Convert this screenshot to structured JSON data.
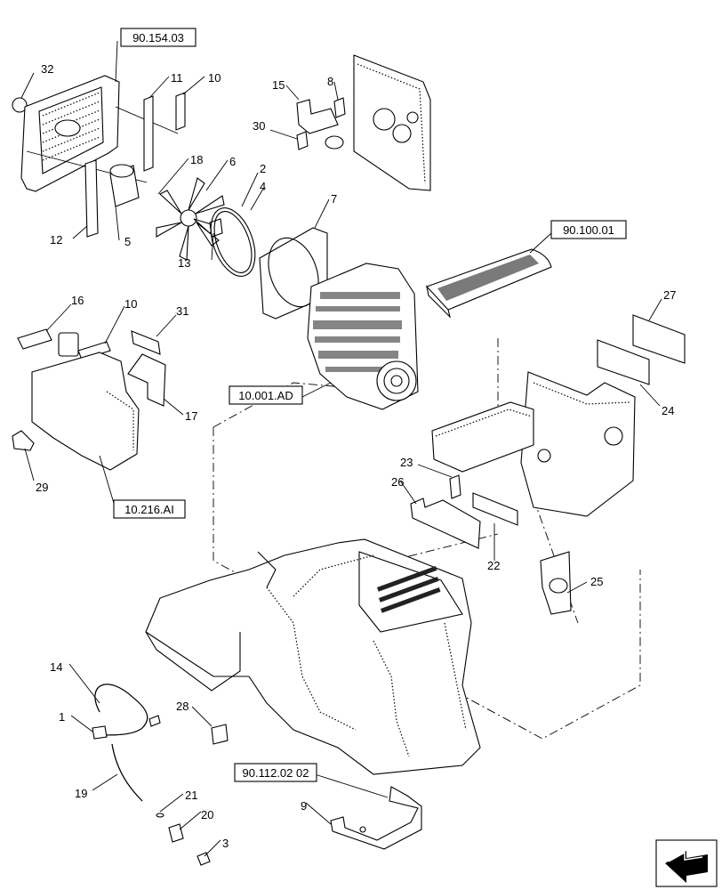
{
  "callouts": [
    {
      "id": "c1",
      "text": "1"
    },
    {
      "id": "c2",
      "text": "2"
    },
    {
      "id": "c3",
      "text": "3"
    },
    {
      "id": "c4",
      "text": "4"
    },
    {
      "id": "c5",
      "text": "5"
    },
    {
      "id": "c6",
      "text": "6"
    },
    {
      "id": "c7",
      "text": "7"
    },
    {
      "id": "c8",
      "text": "8"
    },
    {
      "id": "c9",
      "text": "9"
    },
    {
      "id": "c10a",
      "text": "10"
    },
    {
      "id": "c10b",
      "text": "10"
    },
    {
      "id": "c11",
      "text": "11"
    },
    {
      "id": "c12",
      "text": "12"
    },
    {
      "id": "c13",
      "text": "13"
    },
    {
      "id": "c14",
      "text": "14"
    },
    {
      "id": "c15",
      "text": "15"
    },
    {
      "id": "c16",
      "text": "16"
    },
    {
      "id": "c17",
      "text": "17"
    },
    {
      "id": "c18",
      "text": "18"
    },
    {
      "id": "c19",
      "text": "19"
    },
    {
      "id": "c20",
      "text": "20"
    },
    {
      "id": "c21",
      "text": "21"
    },
    {
      "id": "c22",
      "text": "22"
    },
    {
      "id": "c23",
      "text": "23"
    },
    {
      "id": "c24",
      "text": "24"
    },
    {
      "id": "c25",
      "text": "25"
    },
    {
      "id": "c26",
      "text": "26"
    },
    {
      "id": "c27",
      "text": "27"
    },
    {
      "id": "c28",
      "text": "28"
    },
    {
      "id": "c29",
      "text": "29"
    },
    {
      "id": "c30",
      "text": "30"
    },
    {
      "id": "c31",
      "text": "31"
    },
    {
      "id": "c32",
      "text": "32"
    }
  ],
  "references": [
    {
      "id": "r1",
      "text": "90.154.03"
    },
    {
      "id": "r2",
      "text": "90.100.01"
    },
    {
      "id": "r3",
      "text": "10.001.AD"
    },
    {
      "id": "r4",
      "text": "10.216.AI"
    },
    {
      "id": "r5",
      "text": "90.112.02 02"
    }
  ]
}
